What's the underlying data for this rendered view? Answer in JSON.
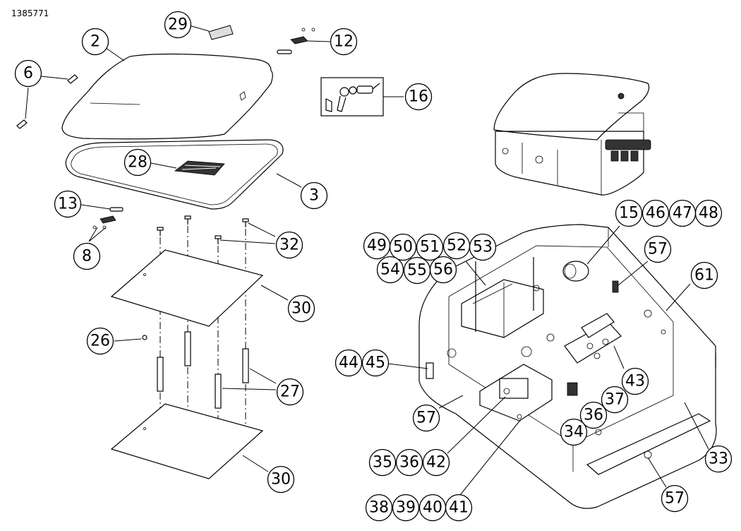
{
  "document": {
    "id": "1385771"
  },
  "callouts": [
    {
      "id": "c29",
      "label": "29"
    },
    {
      "id": "c2",
      "label": "2"
    },
    {
      "id": "c12",
      "label": "12"
    },
    {
      "id": "c6",
      "label": "6"
    },
    {
      "id": "c16",
      "label": "16"
    },
    {
      "id": "c28",
      "label": "28"
    },
    {
      "id": "c3",
      "label": "3"
    },
    {
      "id": "c13",
      "label": "13"
    },
    {
      "id": "c8",
      "label": "8"
    },
    {
      "id": "c32",
      "label": "32"
    },
    {
      "id": "c30a",
      "label": "30"
    },
    {
      "id": "c26",
      "label": "26"
    },
    {
      "id": "c27",
      "label": "27"
    },
    {
      "id": "c30b",
      "label": "30"
    },
    {
      "id": "c15",
      "label": "15"
    },
    {
      "id": "c46",
      "label": "46"
    },
    {
      "id": "c47",
      "label": "47"
    },
    {
      "id": "c48",
      "label": "48"
    },
    {
      "id": "c49",
      "label": "49"
    },
    {
      "id": "c50",
      "label": "50"
    },
    {
      "id": "c51",
      "label": "51"
    },
    {
      "id": "c52",
      "label": "52"
    },
    {
      "id": "c53",
      "label": "53"
    },
    {
      "id": "c54",
      "label": "54"
    },
    {
      "id": "c55",
      "label": "55"
    },
    {
      "id": "c56",
      "label": "56"
    },
    {
      "id": "c57a",
      "label": "57"
    },
    {
      "id": "c61",
      "label": "61"
    },
    {
      "id": "c44",
      "label": "44"
    },
    {
      "id": "c45",
      "label": "45"
    },
    {
      "id": "c43",
      "label": "43"
    },
    {
      "id": "c37",
      "label": "37"
    },
    {
      "id": "c36a",
      "label": "36"
    },
    {
      "id": "c34",
      "label": "34"
    },
    {
      "id": "c57b",
      "label": "57"
    },
    {
      "id": "c33",
      "label": "33"
    },
    {
      "id": "c35",
      "label": "35"
    },
    {
      "id": "c36b",
      "label": "36"
    },
    {
      "id": "c42",
      "label": "42"
    },
    {
      "id": "c57c",
      "label": "57"
    },
    {
      "id": "c38",
      "label": "38"
    },
    {
      "id": "c39",
      "label": "39"
    },
    {
      "id": "c40",
      "label": "40"
    },
    {
      "id": "c41",
      "label": "41"
    }
  ]
}
